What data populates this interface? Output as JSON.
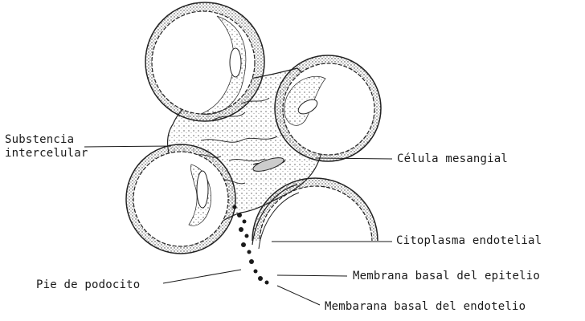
{
  "diagram": {
    "labels": {
      "substance_line1": "Substencia",
      "substance_line2": "intercelular",
      "mesangial_cell": "Célula mesangial",
      "endothelial_cytoplasm": "Citoplasma endotelial",
      "epithelial_basal_membrane": "Membrana basal del epitelio",
      "podocyte_foot": "Pie de podocito",
      "endothelial_basal_membrane": "Membarana basal del endotelio"
    },
    "colors": {
      "ink": "#1a1a1a",
      "stipple": "#555555",
      "background": "#ffffff"
    }
  }
}
